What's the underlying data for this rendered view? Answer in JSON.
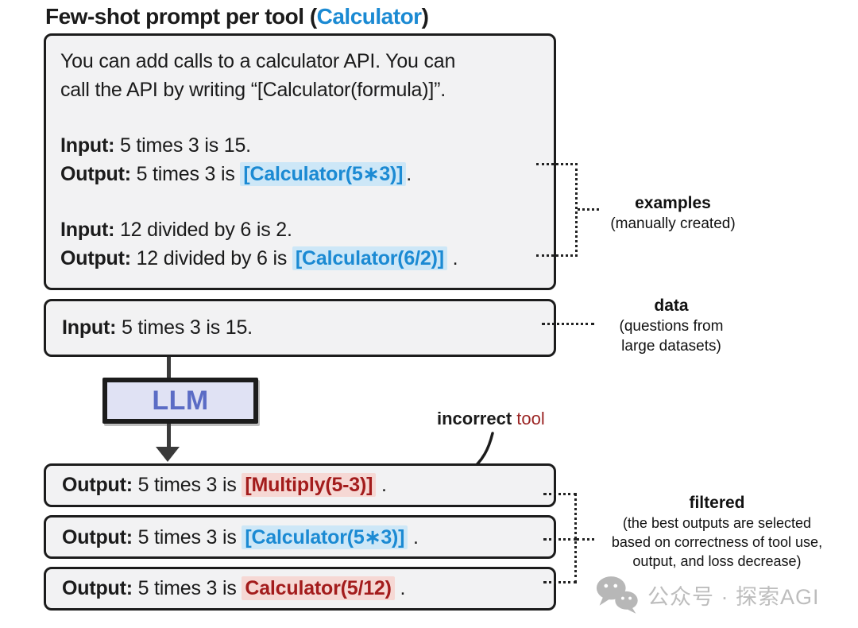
{
  "title": {
    "main": "Few-shot prompt per tool ",
    "paren_open": "(",
    "tool": "Calculator",
    "paren_close": ")"
  },
  "prompt_box": {
    "intro_line1": "You can add calls to a calculator API. You can",
    "intro_line2": "call the API by writing “[Calculator(formula)]”.",
    "example1": {
      "input_label": "Input:",
      "input_text": " 5 times 3 is 15.",
      "output_label": "Output:",
      "output_pre": " 5 times 3 is ",
      "output_call": "[Calculator(5∗3)]",
      "output_post": "."
    },
    "example2": {
      "input_label": "Input:",
      "input_text": " 12 divided by 6 is 2.",
      "output_label": "Output:",
      "output_pre": " 12 divided by 6 is ",
      "output_call": "[Calculator(6/2)]",
      "output_post": " ."
    }
  },
  "data_box": {
    "label": "Input:",
    "text": " 5 times 3 is 15."
  },
  "llm_box": {
    "label": "LLM"
  },
  "outputs": [
    {
      "label": "Output:",
      "pre": " 5 times 3 is ",
      "call": "[Multiply(5-3)]",
      "post": " .",
      "style": "red"
    },
    {
      "label": "Output:",
      "pre": " 5 times 3 is ",
      "call": "[Calculator(5∗3)]",
      "post": " .",
      "style": "blue"
    },
    {
      "label": "Output:",
      "pre": " 5 times 3 is ",
      "call": "Calculator(5/12)",
      "post": " .",
      "style": "red"
    }
  ],
  "annotations": {
    "examples": {
      "title": "examples",
      "subtitle": "(manually created)"
    },
    "data": {
      "title": "data",
      "subtitle_line1": "(questions from",
      "subtitle_line2": "large datasets)"
    },
    "incorrect": {
      "bold_part": "incorrect",
      "red_part": " tool"
    },
    "filtered": {
      "title": "filtered",
      "subtitle_line1": "(the best outputs are selected",
      "subtitle_line2": "based on correctness of tool use,",
      "subtitle_line3": "output, and loss decrease)"
    }
  },
  "watermark": {
    "icon": "wechat-icon",
    "text": "公众号 · 探索AGI"
  },
  "colors": {
    "accent_blue": "#1b8ad3",
    "highlight_blue": "#cde7f7",
    "accent_red": "#a31c1c",
    "highlight_red": "#f6d8d4",
    "incorrect_red": "#9b2423",
    "llm_fill": "#e0e2f4",
    "llm_text": "#5b6cc5",
    "box_fill": "#f2f2f3",
    "box_border": "#1c1c1c",
    "arrow_gray": "#3a3a3a",
    "watermark_gray": "#bdbdbd"
  }
}
